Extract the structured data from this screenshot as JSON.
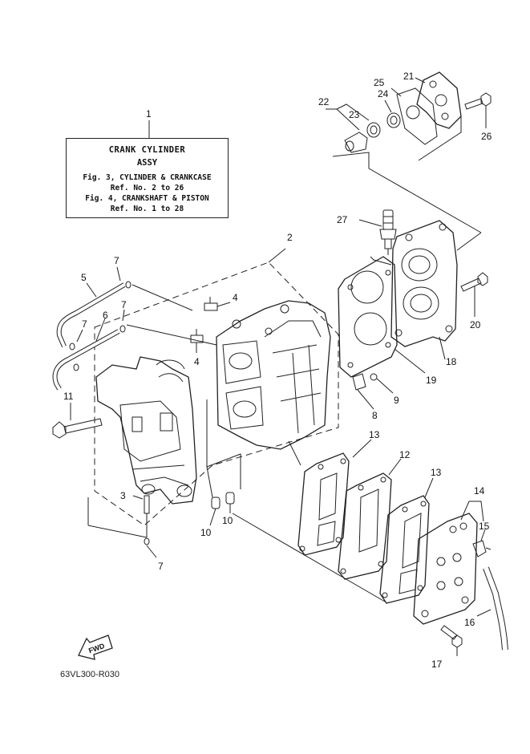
{
  "note": {
    "number": "1",
    "title": "CRANK  CYLINDER",
    "subtitle": "ASSY",
    "lines": [
      "Fig. 3, CYLINDER & CRANKCASE",
      "Ref. No. 2 to 26",
      "Fig. 4, CRANKSHAFT & PISTON",
      "Ref. No. 1 to 28"
    ]
  },
  "callouts": {
    "c2": "2",
    "c3": "3",
    "c4a": "4",
    "c4b": "4",
    "c5": "5",
    "c6": "6",
    "c7a": "7",
    "c7b": "7",
    "c7c": "7",
    "c7d": "7",
    "c8": "8",
    "c9": "9",
    "c10a": "10",
    "c10b": "10",
    "c11": "11",
    "c12": "12",
    "c13a": "13",
    "c13b": "13",
    "c14": "14",
    "c15": "15",
    "c16": "16",
    "c17": "17",
    "c18": "18",
    "c19": "19",
    "c20": "20",
    "c21": "21",
    "c22": "22",
    "c23": "23",
    "c24": "24",
    "c25": "25",
    "c26": "26",
    "c27": "27"
  },
  "fwd_label": "FWD",
  "ref_code": "63VL300-R030"
}
